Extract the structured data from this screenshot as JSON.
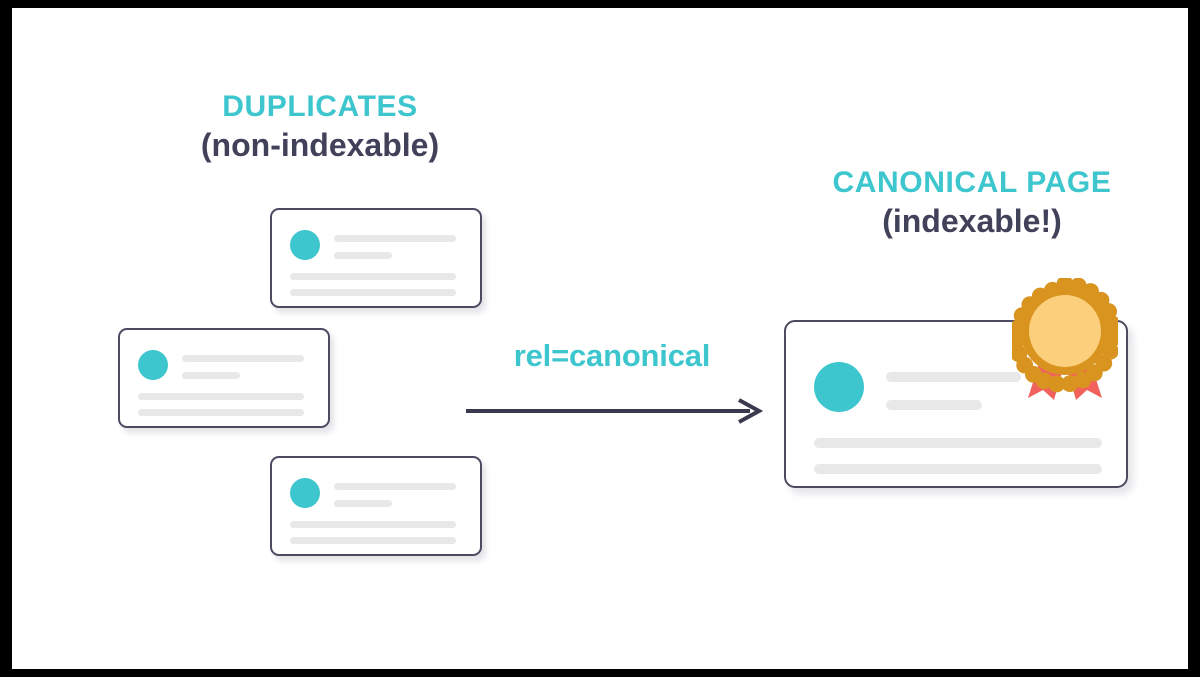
{
  "diagram": {
    "title_semantic": "rel-canonical-duplicates-to-canonical-page",
    "colors": {
      "teal": "#3dc6ce",
      "navy": "#41415a",
      "card_border": "#4b4b63",
      "line_gray": "#e8e8e8",
      "badge_ring": "#d9941f",
      "badge_center": "#fbcf7c",
      "ribbon_red": "#f1625d",
      "background": "#ffffff",
      "frame": "#000000"
    },
    "left_heading": {
      "line1": "DUPLICATES",
      "line2": "(non-indexable)"
    },
    "right_heading": {
      "line1": "CANONICAL PAGE",
      "line2": "(indexable!)"
    },
    "connector": {
      "label": "rel=canonical",
      "icon": "arrow-right-icon",
      "direction": "left-to-right"
    },
    "duplicate_cards": [
      {
        "id": "duplicate-card-1",
        "avatar": "avatar-circle",
        "lines": 4
      },
      {
        "id": "duplicate-card-2",
        "avatar": "avatar-circle",
        "lines": 4
      },
      {
        "id": "duplicate-card-3",
        "avatar": "avatar-circle",
        "lines": 4
      }
    ],
    "canonical_card": {
      "id": "canonical-card",
      "avatar": "avatar-circle",
      "lines": 4,
      "badge": "award-ribbon-icon"
    }
  }
}
